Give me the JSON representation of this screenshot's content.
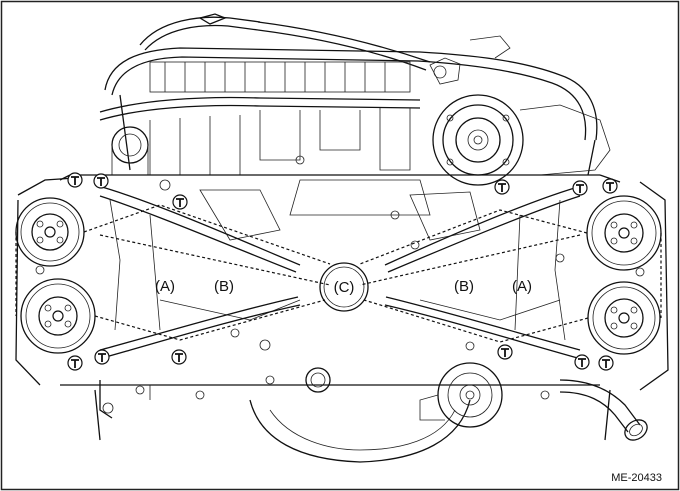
{
  "diagram": {
    "labels": {
      "a_left": "(A)",
      "b_left": "(B)",
      "c_center": "(C)",
      "b_right": "(B)",
      "a_right": "(A)"
    },
    "reference_id": "ME-20433"
  },
  "colors": {
    "line": "#111111",
    "background": "#ffffff"
  }
}
